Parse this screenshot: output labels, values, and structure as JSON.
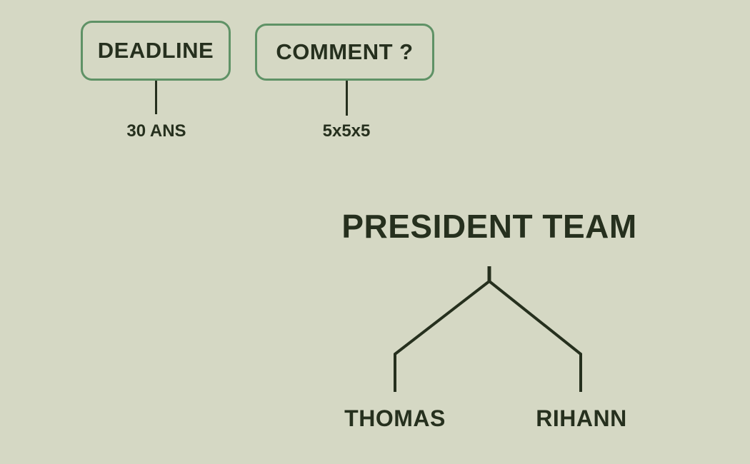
{
  "page": {
    "background_color": "#d5d8c4",
    "ink_color": "#26301e",
    "accent_green": "#5f9266"
  },
  "callouts": [
    {
      "id": "deadline",
      "label": "DEADLINE",
      "value": "30 ANS"
    },
    {
      "id": "comment",
      "label": "COMMENT ?",
      "value": "5x5x5"
    }
  ],
  "tree": {
    "title": "PRESIDENT TEAM",
    "children": [
      {
        "name": "THOMAS"
      },
      {
        "name": "RIHANN"
      }
    ]
  }
}
